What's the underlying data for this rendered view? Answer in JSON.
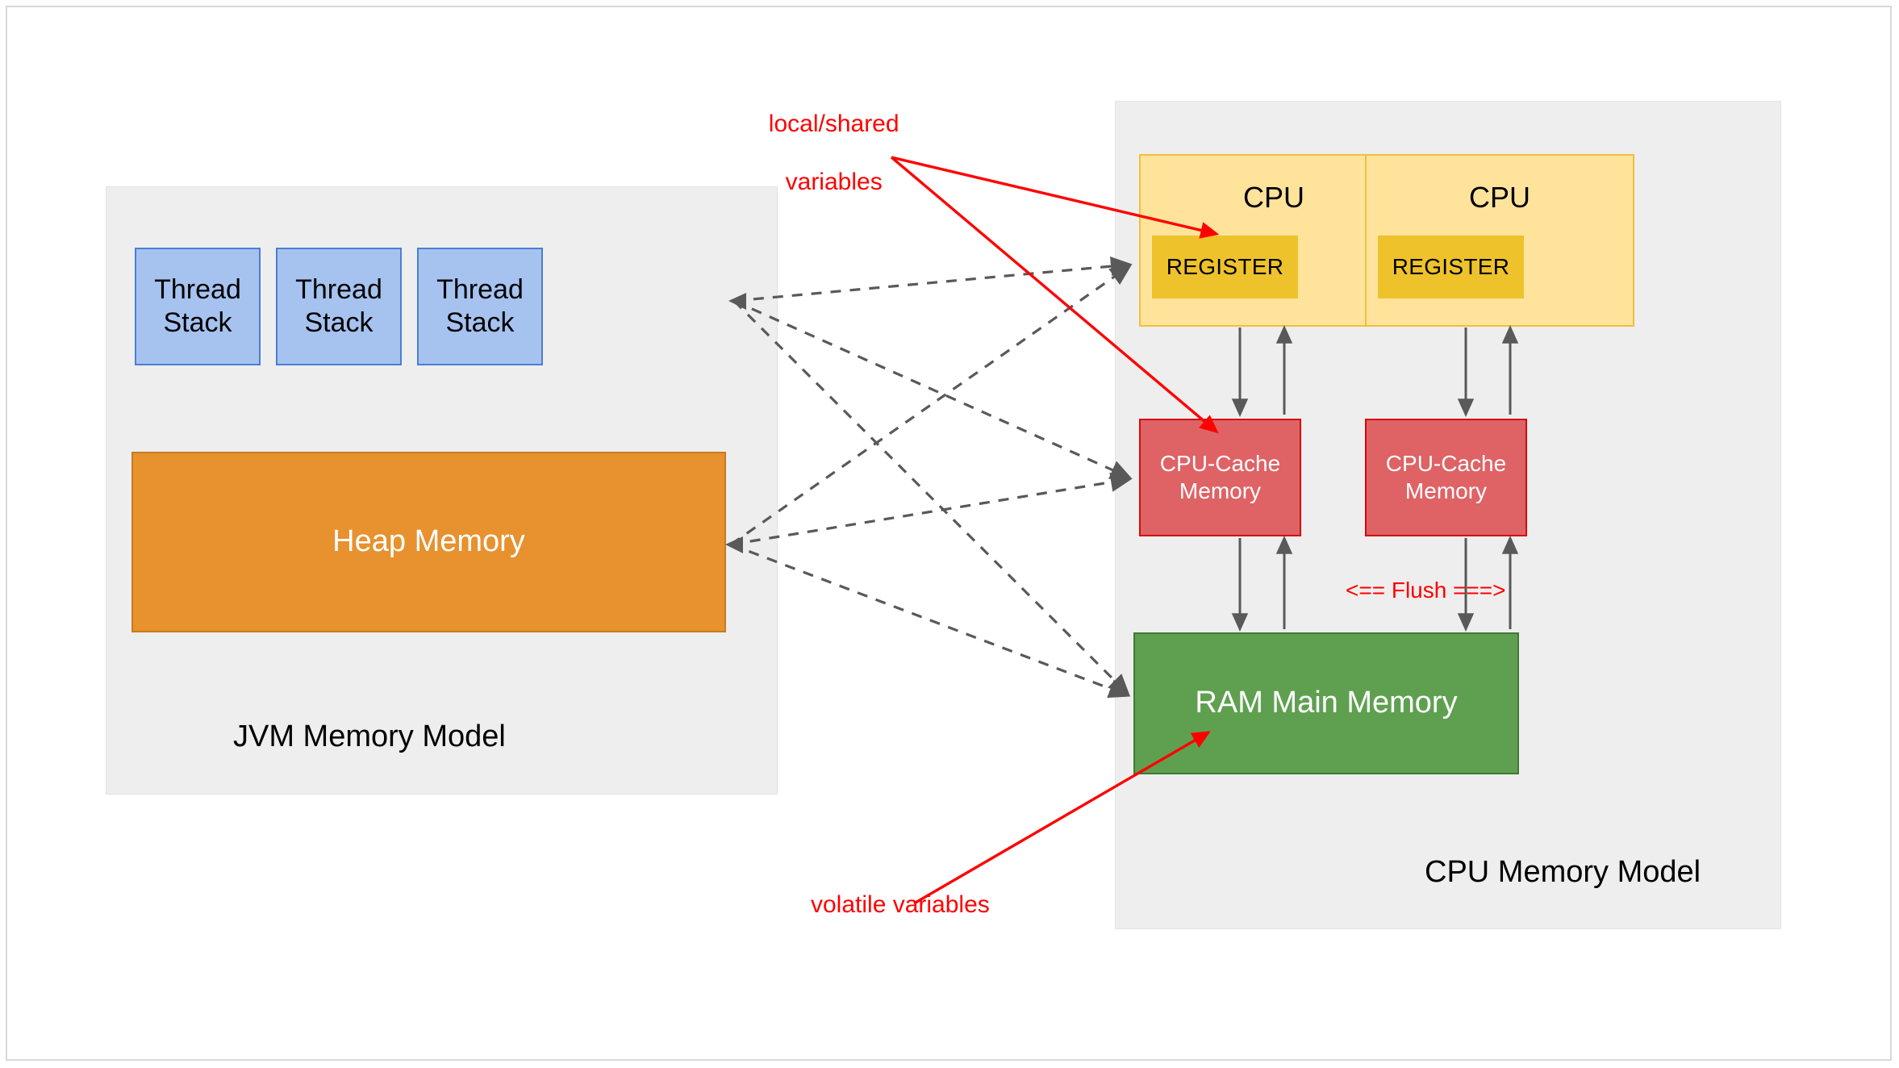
{
  "diagram": {
    "title": "JVM Memory Model and CPU Memory Model",
    "colors": {
      "panel_bg": "#eeeeee",
      "thread_stack_fill": "#a6c3f0",
      "thread_stack_border": "#4a7ed4",
      "heap_fill": "#e7912f",
      "heap_border": "#c77b20",
      "cpu_fill": "#ffe39b",
      "cpu_border": "#efc040",
      "register_fill": "#eec22b",
      "cache_fill": "#df6265",
      "cache_border": "#d40a0a",
      "ram_fill": "#5fa050",
      "ram_border": "#3f7a33",
      "annotation_red": "#ff0000",
      "gray_arrow": "#595959"
    }
  },
  "jvm_panel": {
    "title": "JVM Memory Model",
    "thread_stacks": [
      {
        "label": "Thread\nStack"
      },
      {
        "label": "Thread\nStack"
      },
      {
        "label": "Thread\nStack"
      }
    ],
    "thread_stack_label_line1": "Thread",
    "thread_stack_label_line2": "Stack",
    "heap": {
      "label": "Heap Memory"
    }
  },
  "cpu_panel": {
    "title": "CPU Memory Model",
    "cpus": [
      {
        "label": "CPU",
        "register_label": "REGISTER"
      },
      {
        "label": "CPU",
        "register_label": "REGISTER"
      }
    ],
    "caches": [
      {
        "label_line1": "CPU-Cache",
        "label_line2": "Memory"
      },
      {
        "label_line1": "CPU-Cache",
        "label_line2": "Memory"
      }
    ],
    "ram": {
      "label": "RAM Main Memory"
    }
  },
  "annotations": {
    "local_shared_line1": "local/shared",
    "local_shared_line2": "variables",
    "volatile": "volatile variables",
    "flush": "<== Flush ===>"
  }
}
